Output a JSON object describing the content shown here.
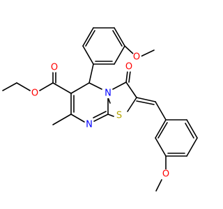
{
  "structure": {
    "labels": {
      "o_methoxy_top": "O",
      "o_ester_carbonyl": "O",
      "o_ester_ether": "O",
      "o_ketone": "O",
      "n_bridge": "N",
      "n_ring": "N",
      "s_ring": "S",
      "o_methoxy_bottom": "O"
    },
    "colors": {
      "bond": "#000000",
      "oxygen": "#ff0000",
      "nitrogen": "#0000ff",
      "sulfur": "#b5a600"
    }
  }
}
